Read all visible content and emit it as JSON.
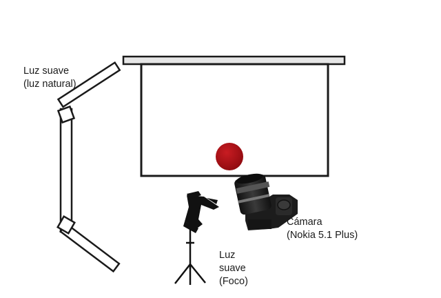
{
  "labels": {
    "natural_light": {
      "line1": "Luz suave",
      "line2": "(luz natural)"
    },
    "spotlight": {
      "line1": "Luz",
      "line2": "suave",
      "line3": "(Foco)"
    },
    "camera": {
      "line1": "Cámara",
      "line2": "(Nokia 5.1 Plus)"
    }
  },
  "colors": {
    "stroke": "#1a1a1a",
    "backdrop_rail": "#e6e6e6",
    "subject": "#b00d14",
    "camera_body": "#1c1c1c"
  },
  "icons": {
    "backdrop": "backdrop-icon",
    "subject": "subject-ball-icon",
    "window_light": "window-frame-icon",
    "spotlight": "spotlight-icon",
    "camera": "dslr-camera-icon"
  }
}
